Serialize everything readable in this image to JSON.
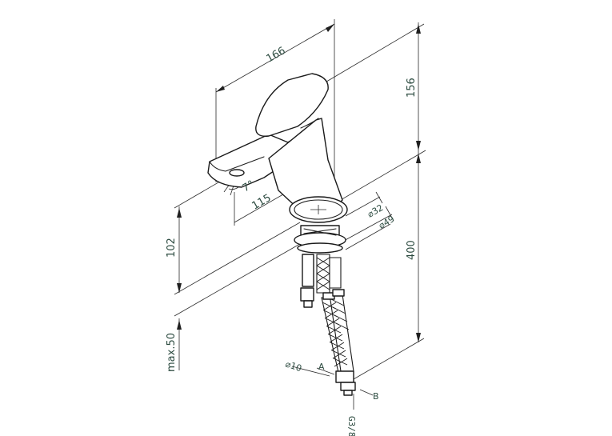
{
  "dimensions": {
    "width_166": "166",
    "height_156": "156",
    "reach_115": "115",
    "angle_7": "7°",
    "dia_32": "⌀32",
    "dia_49": "⌀49",
    "height_102": "102",
    "height_400": "400",
    "max_50": "max.50",
    "dia_10": "⌀10"
  },
  "labels": {
    "a": "A",
    "b": "B",
    "thread": "G3/8"
  }
}
